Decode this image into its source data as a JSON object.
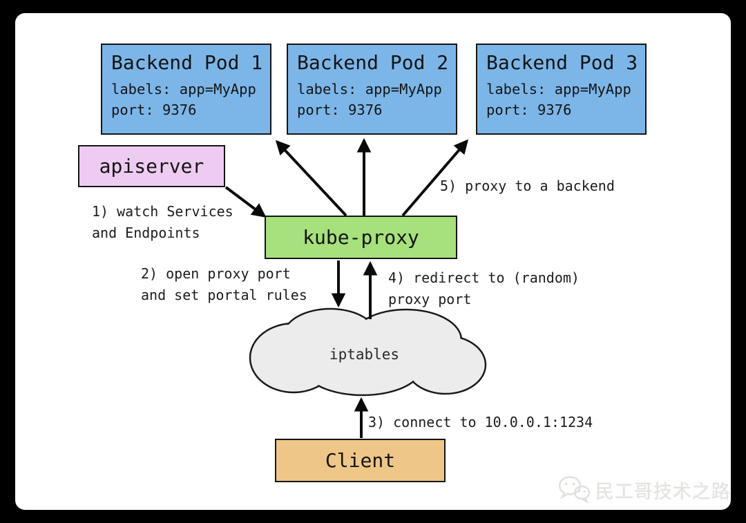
{
  "colors": {
    "frame": "#000000",
    "panel": "#ffffff",
    "pod_fill": "#7cb6e8",
    "apiserver_fill": "#eeccf2",
    "kubeproxy_fill": "#a6e17c",
    "cloud_fill": "#ececec",
    "client_fill": "#eec687",
    "stroke": "#141414",
    "watermark": "#e2e2df"
  },
  "pods": [
    {
      "title": "Backend Pod 1",
      "line1": "labels: app=MyApp",
      "line2": "port: 9376"
    },
    {
      "title": "Backend Pod 2",
      "line1": "labels: app=MyApp",
      "line2": "port: 9376"
    },
    {
      "title": "Backend Pod 3",
      "line1": "labels: app=MyApp",
      "line2": "port: 9376"
    }
  ],
  "nodes": {
    "apiserver": "apiserver",
    "kube_proxy": "kube-proxy",
    "iptables": "iptables",
    "client": "Client"
  },
  "annotations": {
    "step1": "1) watch Services\nand Endpoints",
    "step2": "2) open proxy port\nand set portal rules",
    "step3": "3) connect to 10.0.0.1:1234",
    "step4": "4) redirect to (random)\nproxy port",
    "step5": "5) proxy to a backend"
  },
  "watermark": {
    "icon": "wechat-icon",
    "text": "民工哥技术之路"
  }
}
